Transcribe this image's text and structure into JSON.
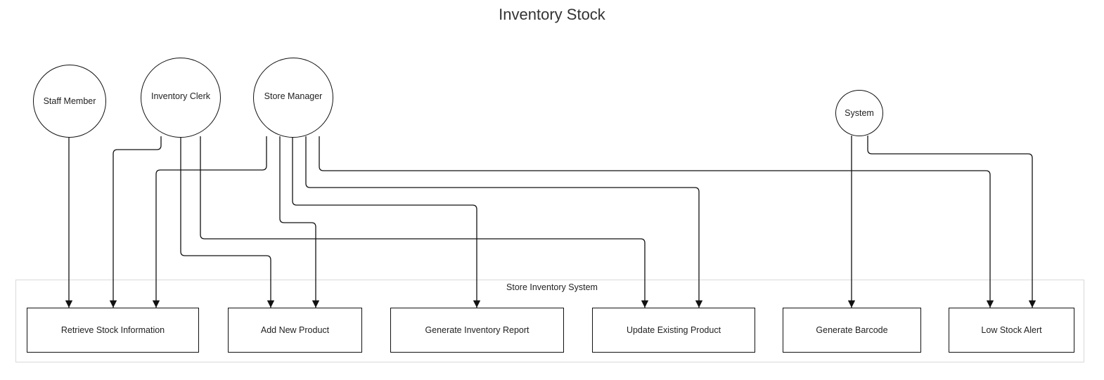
{
  "title": "Inventory Stock",
  "system": {
    "label": "Store Inventory System"
  },
  "actors": {
    "staff_member": "Staff Member",
    "inventory_clerk": "Inventory Clerk",
    "store_manager": "Store Manager",
    "system": "System"
  },
  "use_cases": {
    "retrieve_stock": "Retrieve Stock Information",
    "add_product": "Add New Product",
    "generate_report": "Generate Inventory Report",
    "update_product": "Update Existing Product",
    "generate_barcode": "Generate Barcode",
    "low_stock_alert": "Low Stock Alert"
  },
  "associations": [
    {
      "from": "Staff Member",
      "to": "Retrieve Stock Information"
    },
    {
      "from": "Inventory Clerk",
      "to": "Retrieve Stock Information"
    },
    {
      "from": "Inventory Clerk",
      "to": "Add New Product"
    },
    {
      "from": "Inventory Clerk",
      "to": "Update Existing Product"
    },
    {
      "from": "Store Manager",
      "to": "Retrieve Stock Information"
    },
    {
      "from": "Store Manager",
      "to": "Add New Product"
    },
    {
      "from": "Store Manager",
      "to": "Generate Inventory Report"
    },
    {
      "from": "Store Manager",
      "to": "Update Existing Product"
    },
    {
      "from": "Store Manager",
      "to": "Low Stock Alert"
    },
    {
      "from": "System",
      "to": "Generate Barcode"
    },
    {
      "from": "System",
      "to": "Low Stock Alert"
    }
  ],
  "colors": {
    "line": "#111111",
    "system_border": "#d9d9d9"
  }
}
